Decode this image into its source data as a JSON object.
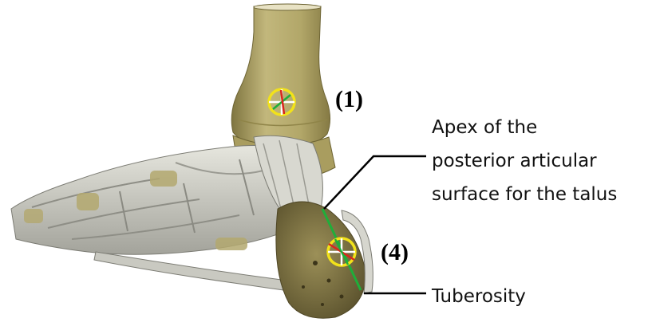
{
  "markers": {
    "marker_1": "(1)",
    "marker_4": "(4)"
  },
  "annotations": {
    "apex_lines": [
      "Apex of the",
      "posterior articular",
      "surface for the talus"
    ],
    "tuberosity": "Tuberosity"
  },
  "colors": {
    "bone": "#b8ab6d",
    "bone_dark": "#8c7f45",
    "ligament": "#d4d4cc",
    "ligament_shade": "#9e9e96",
    "target_ring": "#f2e21a",
    "axis_green": "#1fae3a",
    "axis_red": "#d9261c",
    "axis_white": "#ffffff",
    "leader_line": "#000000"
  }
}
